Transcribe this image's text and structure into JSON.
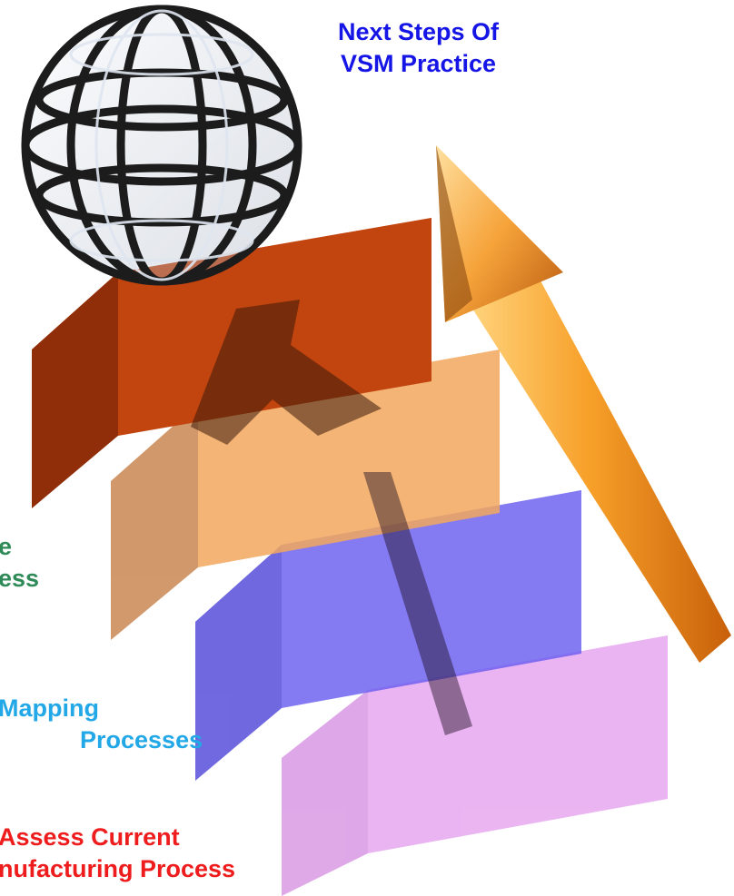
{
  "title": {
    "line1": "Next Steps Of",
    "line2": "VSM Practice"
  },
  "steps": [
    {
      "line1": "Assess Current",
      "line2": "nufacturing Process"
    },
    {
      "line1": "Mapping",
      "line2": "Processes"
    },
    {
      "line1": "e",
      "line2": "ess"
    }
  ],
  "colors": {
    "title": "#1515e6",
    "step1_label": "#ee1c1c",
    "step2_label": "#22a8e6",
    "step3_label": "#2e8b57",
    "top_block": "#c2440f",
    "orange_block": "#f3a85e",
    "blue_block": "#6a5ef0",
    "pink_block": "#e7a8f0",
    "arrow": "#f7a029"
  },
  "icons": [
    "globe-icon",
    "arrow-icon"
  ]
}
